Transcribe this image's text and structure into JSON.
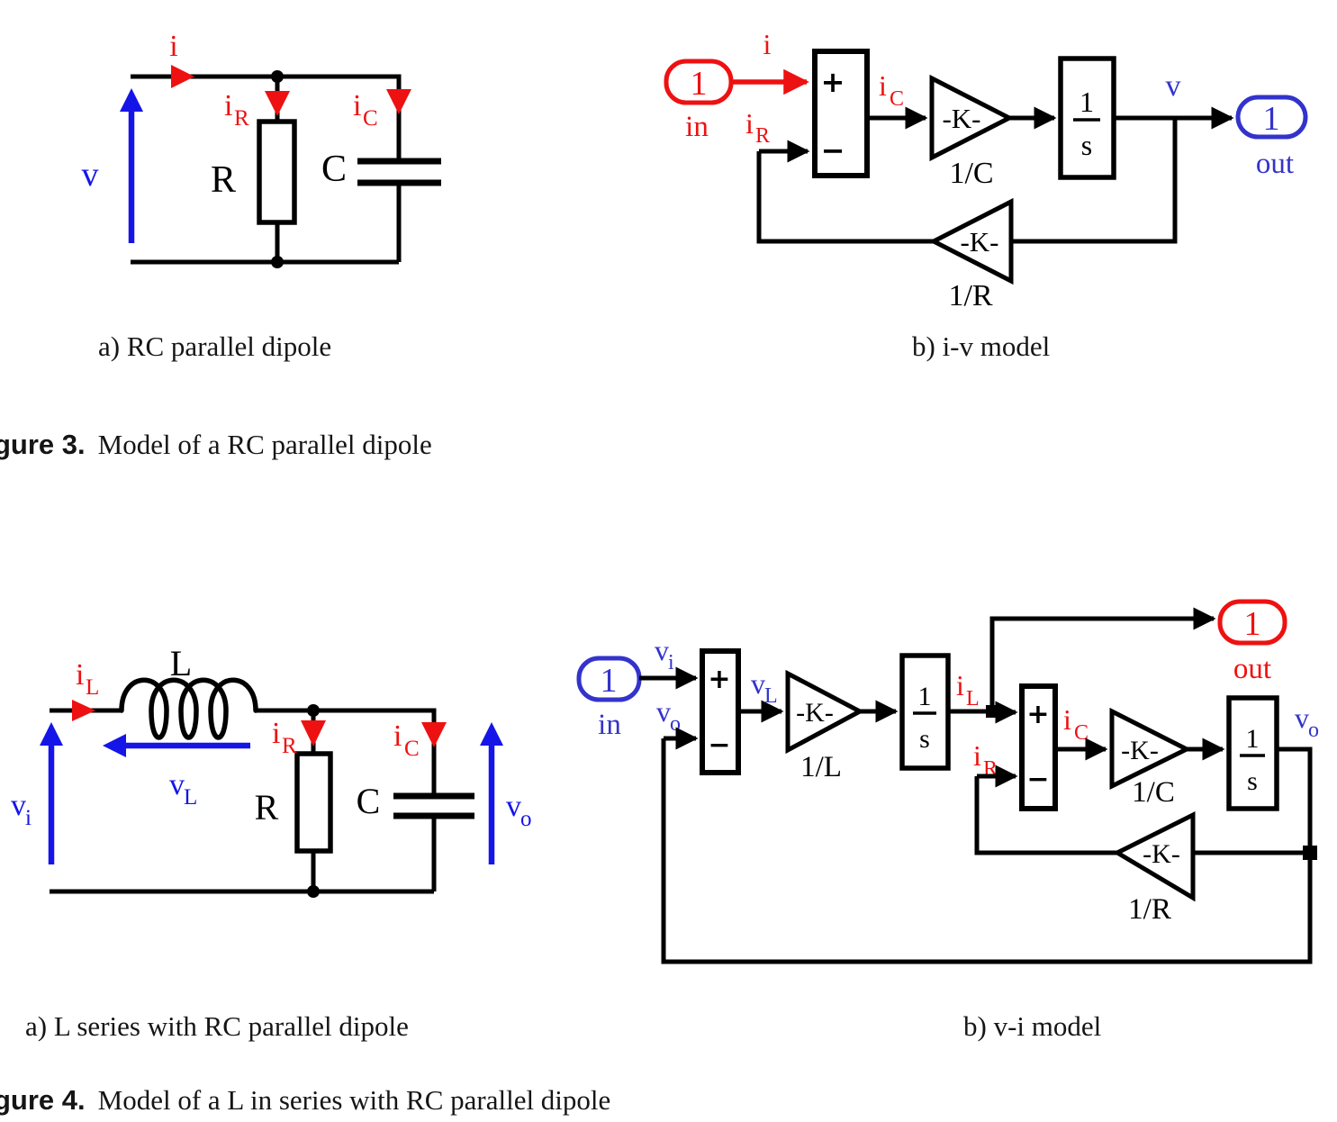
{
  "palette": {
    "red": "#ee1111",
    "blue": "#1515e8",
    "diagram_blue": "#3333cc",
    "black": "#000000"
  },
  "figure3": {
    "circuit": {
      "caption": "a) RC parallel dipole",
      "current": "i",
      "voltage": "v",
      "resistor_current": {
        "base": "i",
        "sub": "R"
      },
      "capacitor_current": {
        "base": "i",
        "sub": "C"
      },
      "resistor_label": "R",
      "capacitor_label": "C"
    },
    "model": {
      "caption": "b) i-v model",
      "in_port": {
        "value": "1",
        "label": "in"
      },
      "out_port": {
        "value": "1",
        "label": "out"
      },
      "input_signal": "i",
      "feedback_signal": {
        "base": "i",
        "sub": "R"
      },
      "sum": {
        "plus": "+",
        "minus": "−"
      },
      "sum_out_signal": {
        "base": "i",
        "sub": "C"
      },
      "gain_c": {
        "text": "-K-",
        "label": "1/C"
      },
      "integrator": {
        "num": "1",
        "den": "s"
      },
      "output_signal": "v",
      "gain_r": {
        "text": "-K-",
        "label": "1/R"
      }
    },
    "caption": {
      "label": "gure 3.",
      "text": "Model of a RC parallel dipole"
    }
  },
  "figure4": {
    "circuit": {
      "caption": "a) L series with RC parallel dipole",
      "inductor_label": "L",
      "inductor_current": {
        "base": "i",
        "sub": "L"
      },
      "inductor_voltage": {
        "base": "v",
        "sub": "L"
      },
      "resistor_current": {
        "base": "i",
        "sub": "R"
      },
      "capacitor_current": {
        "base": "i",
        "sub": "C"
      },
      "resistor_label": "R",
      "capacitor_label": "C",
      "input_voltage": {
        "base": "v",
        "sub": "i"
      },
      "output_voltage": {
        "base": "v",
        "sub": "o"
      }
    },
    "model": {
      "caption": "b) v-i model",
      "in_port": {
        "value": "1",
        "label": "in"
      },
      "out_port": {
        "value": "1",
        "label": "out"
      },
      "input_signal": {
        "base": "v",
        "sub": "i"
      },
      "feedback_voltage": {
        "base": "v",
        "sub": "o"
      },
      "sum1": {
        "plus": "+",
        "minus": "−"
      },
      "inductor_voltage": {
        "base": "v",
        "sub": "L"
      },
      "gain_l": {
        "text": "-K-",
        "label": "1/L"
      },
      "integrator1": {
        "num": "1",
        "den": "s"
      },
      "inductor_current": {
        "base": "i",
        "sub": "L"
      },
      "sum2": {
        "plus": "+",
        "minus": "−"
      },
      "resistor_current": {
        "base": "i",
        "sub": "R"
      },
      "capacitor_current": {
        "base": "i",
        "sub": "C"
      },
      "gain_c": {
        "text": "-K-",
        "label": "1/C"
      },
      "integrator2": {
        "num": "1",
        "den": "s"
      },
      "output_voltage": {
        "base": "v",
        "sub": "o"
      },
      "gain_r": {
        "text": "-K-",
        "label": "1/R"
      }
    },
    "caption": {
      "label": "gure 4.",
      "text": "Model of a L in series with RC parallel dipole"
    }
  }
}
